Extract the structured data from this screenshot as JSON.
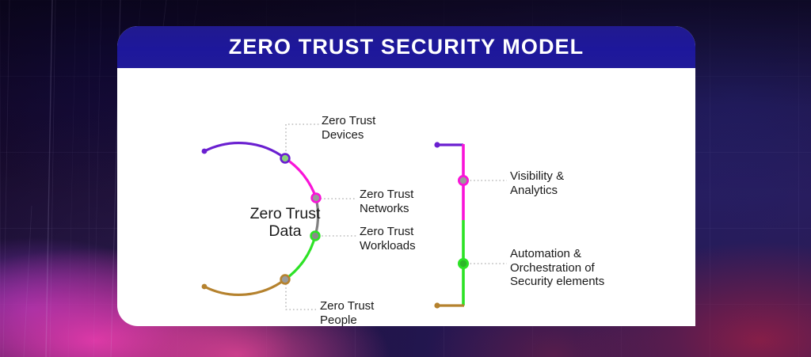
{
  "header": {
    "title": "ZERO TRUST SECURITY MODEL",
    "bar_color": "#1d179b",
    "text_color": "#ffffff"
  },
  "card": {
    "background": "#ffffff"
  },
  "diagram": {
    "center_label": "Zero Trust\nData",
    "arc": {
      "segments": [
        {
          "name": "purple-segment",
          "color": "#6a1fd0"
        },
        {
          "name": "magenta-segment",
          "color": "#f914d8"
        },
        {
          "name": "gray-segment",
          "color": "#808080"
        },
        {
          "name": "green-segment",
          "color": "#2de226"
        },
        {
          "name": "brown-segment",
          "color": "#b5822e"
        }
      ],
      "nodes": [
        {
          "name": "devices-node",
          "ring": "#6a1fd0",
          "fill": "#8ad47a"
        },
        {
          "name": "networks-node",
          "ring": "#f914d8",
          "fill": "#9a9a9a"
        },
        {
          "name": "workloads-node",
          "ring": "#2de226",
          "fill": "#8a8a8a"
        },
        {
          "name": "people-node",
          "ring": "#b5822e",
          "fill": "#9a9a9a"
        }
      ],
      "labels": [
        {
          "name": "devices-label",
          "text": "Zero Trust\nDevices"
        },
        {
          "name": "networks-label",
          "text": "Zero Trust\nNetworks"
        },
        {
          "name": "workloads-label",
          "text": "Zero Trust\nWorkloads"
        },
        {
          "name": "people-label",
          "text": "Zero Trust\nPeople"
        }
      ]
    },
    "bracket": {
      "arms": [
        {
          "name": "top-arm",
          "color": "#6a1fd0"
        },
        {
          "name": "bottom-arm",
          "color": "#b5822e"
        }
      ],
      "spine": [
        {
          "name": "magenta-spine",
          "color": "#f914d8"
        },
        {
          "name": "green-spine",
          "color": "#2de226"
        }
      ],
      "nodes": [
        {
          "name": "visibility-node",
          "ring": "#f914d8",
          "fill": "#9a9a9a"
        },
        {
          "name": "automation-node",
          "ring": "#2de226",
          "fill": "#2db62a"
        }
      ],
      "labels": [
        {
          "name": "visibility-label",
          "text": "Visibility &\nAnalytics"
        },
        {
          "name": "automation-label",
          "text": "Automation &\nOrchestration of\nSecurity elements"
        }
      ]
    },
    "leader_line_color": "#9a9a9a"
  }
}
